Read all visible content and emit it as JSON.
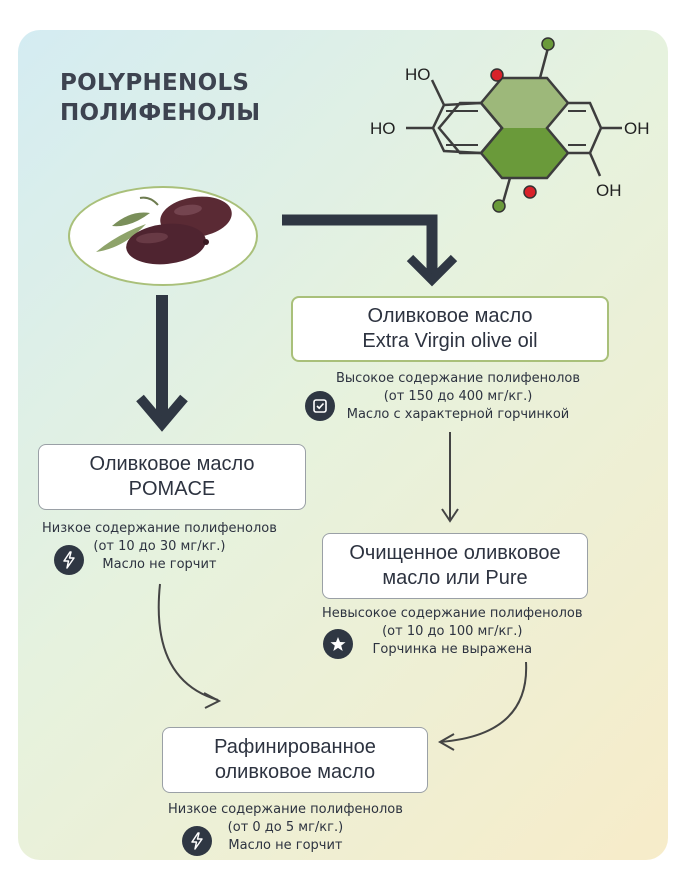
{
  "title": {
    "line1": "POLYPHENOLS",
    "line2": "ПОЛИФЕНОЛЫ"
  },
  "molecule": {
    "oh_label": "HO",
    "oh_label_right": "OH"
  },
  "nodes": {
    "extra_virgin": {
      "line1": "Оливковое масло",
      "line2": "Extra Virgin olive oil"
    },
    "pomace": {
      "line1": "Оливковое масло",
      "line2": "POMACE"
    },
    "pure": {
      "line1": "Очищенное оливковое",
      "line2": "масло или Pure"
    },
    "refined": {
      "line1": "Рафинированное",
      "line2": "оливковое масло"
    }
  },
  "notes": {
    "extra_virgin": {
      "line1": "Высокое содержание полифенолов",
      "line2": "(от 150 до 400 мг/кг.)",
      "line3": "Масло с характерной горчинкой"
    },
    "pomace": {
      "line1": "Низкое содержание полифенолов",
      "line2": "(от 10 до 30 мг/кг.)",
      "line3": "Масло не горчит"
    },
    "pure": {
      "line1": "Невысокое содержание полифенолов",
      "line2": "(от 10 до 100 мг/кг.)",
      "line3": "Горчинка не выражена"
    },
    "refined": {
      "line1": "Низкое содержание полифенолов",
      "line2": "(от 0 до 5 мг/кг.)",
      "line3": "Масло не горчит"
    }
  },
  "icons": {
    "extra_virgin": "checkbox-icon",
    "pomace": "lightning-icon",
    "pure": "star-icon",
    "refined": "lightning-icon"
  },
  "colors": {
    "accent_green": "#a9c07a",
    "dark_green": "#6a9a3a",
    "light_green": "#9db87a",
    "oxygen_red": "#d8222a",
    "arrow_dark": "#2f3743",
    "olive": "#5a2a34"
  }
}
